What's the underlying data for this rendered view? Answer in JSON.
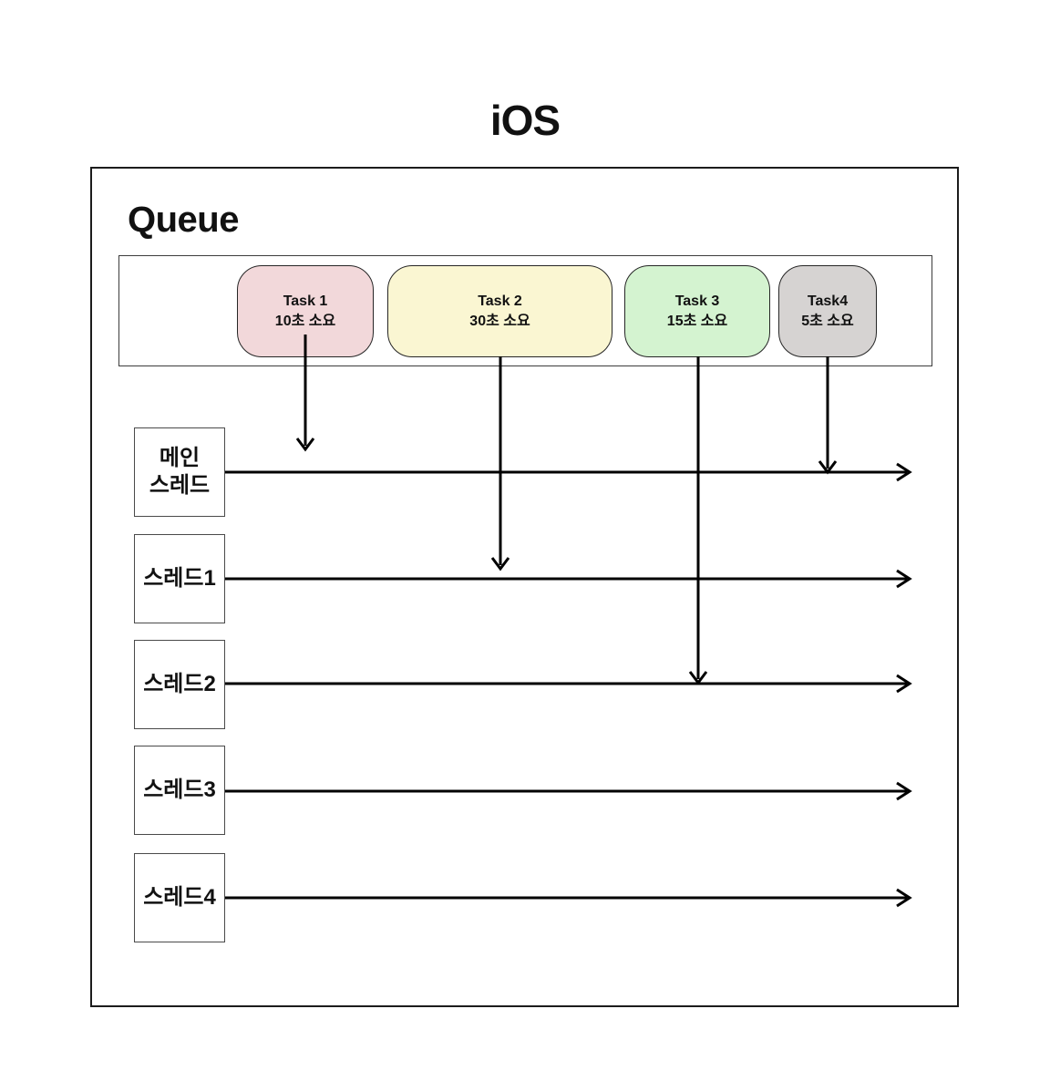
{
  "title": "iOS",
  "queue": {
    "label": "Queue",
    "tasks": [
      {
        "name": "Task 1",
        "duration": "10초 소요",
        "color": "#f2d8da"
      },
      {
        "name": "Task 2",
        "duration": "30초 소요",
        "color": "#faf6d2"
      },
      {
        "name": "Task 3",
        "duration": "15초 소요",
        "color": "#d4f3d0"
      },
      {
        "name": "Task4",
        "duration": "5초 소요",
        "color": "#d6d3d2"
      }
    ]
  },
  "threads": [
    {
      "label": "메인\n스레드"
    },
    {
      "label": "스레드1"
    },
    {
      "label": "스레드2"
    },
    {
      "label": "스레드3"
    },
    {
      "label": "스레드4"
    }
  ],
  "dispatch_arrows": [
    {
      "task": "Task 1",
      "target": "메인 스레드"
    },
    {
      "task": "Task 2",
      "target": "스레드1"
    },
    {
      "task": "Task 3",
      "target": "스레드2"
    },
    {
      "task": "Task4",
      "target": "메인 스레드"
    }
  ],
  "colors": {
    "line": "#000000",
    "border_outer": "#1c1c1c",
    "border_queue": "#3c3c3c",
    "border_thread": "#4a4a4a"
  }
}
